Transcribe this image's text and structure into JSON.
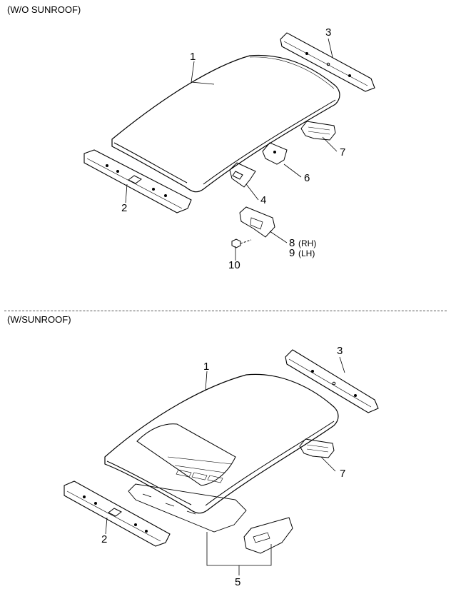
{
  "sections": {
    "without_sunroof": {
      "label": "(W/O SUNROOF)"
    },
    "with_sunroof": {
      "label": "(W/SUNROOF)"
    }
  },
  "callouts_top": {
    "c1": "1",
    "c2": "2",
    "c3": "3",
    "c4": "4",
    "c6": "6",
    "c7": "7",
    "c8": "8",
    "c8_side": "(RH)",
    "c9": "9",
    "c9_side": "(LH)",
    "c10": "10"
  },
  "callouts_bottom": {
    "c1": "1",
    "c2": "2",
    "c3": "3",
    "c5": "5",
    "c7": "7"
  }
}
